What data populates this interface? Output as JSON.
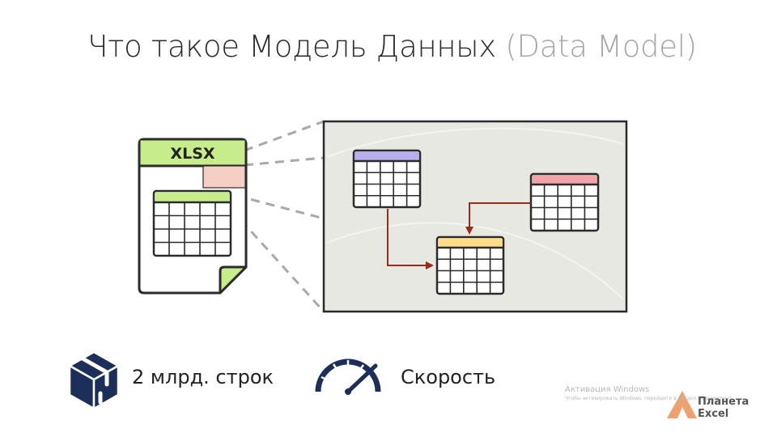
{
  "title": {
    "main": "Что такое Модель Данных",
    "sub": "(Data Model)"
  },
  "file": {
    "label": "XLSX"
  },
  "features": {
    "rows": "2 млрд. строк",
    "speed": "Скорость"
  },
  "watermark": {
    "line1": "Активация Windows",
    "line2": "Чтобы активировать Windows, перейдите в раздел \"Параметры\"."
  },
  "brand": {
    "line1": "Планета",
    "line2": "Excel"
  },
  "colors": {
    "outline": "#2b2b2b",
    "green_header": "#c6ec8c",
    "pink_tab": "#f4cfc4",
    "panel_bg": "#e6e8e1",
    "purple_header": "#b7aef0",
    "red_header": "#f0a3a8",
    "yellow_header": "#ffdc88",
    "arrow": "#9a2a1a",
    "icon_blue": "#1b2f5a",
    "brand_orange": "#f0a06e"
  }
}
